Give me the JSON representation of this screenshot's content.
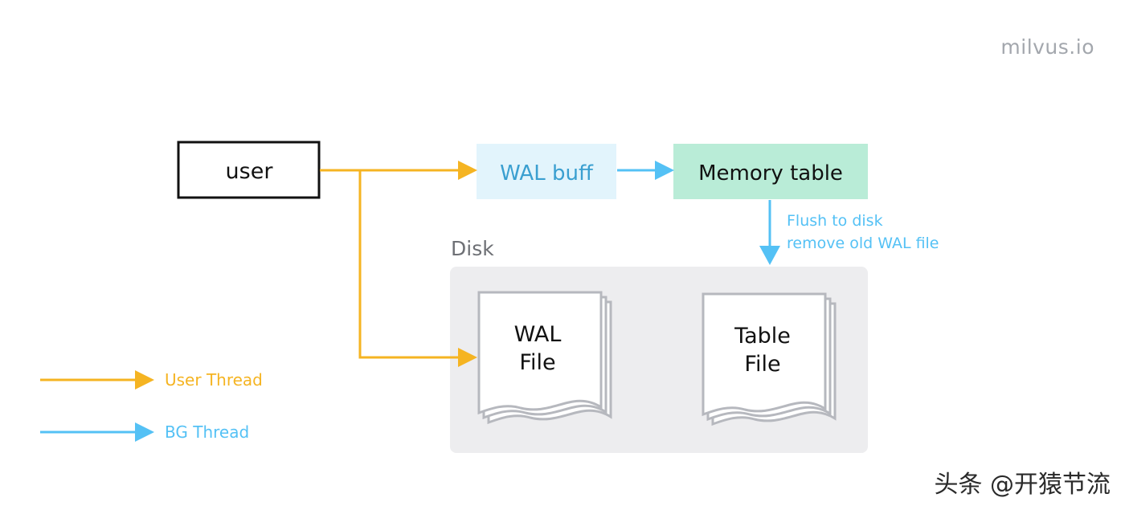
{
  "brand": "milvus.io",
  "watermark": "头条 @开猿节流",
  "colors": {
    "user_thread": "#f5b422",
    "bg_thread": "#54c1f5",
    "wal_buff_fill": "#e2f4fc",
    "wal_buff_text": "#3a9fd0",
    "memory_table_fill": "#b9ecd7",
    "disk_fill": "#ededef",
    "disk_label": "#6e7075",
    "file_stroke": "#b6b8be",
    "text": "#111111"
  },
  "nodes": {
    "user": "user",
    "wal_buff": "WAL buff",
    "memory_table": "Memory table",
    "disk": "Disk",
    "wal_file": [
      "WAL",
      "File"
    ],
    "table_file": [
      "Table",
      "File"
    ]
  },
  "edges": {
    "flush_label": [
      "Flush to disk",
      "remove old WAL file"
    ]
  },
  "legend": {
    "user_thread": "User Thread",
    "bg_thread": "BG Thread"
  }
}
